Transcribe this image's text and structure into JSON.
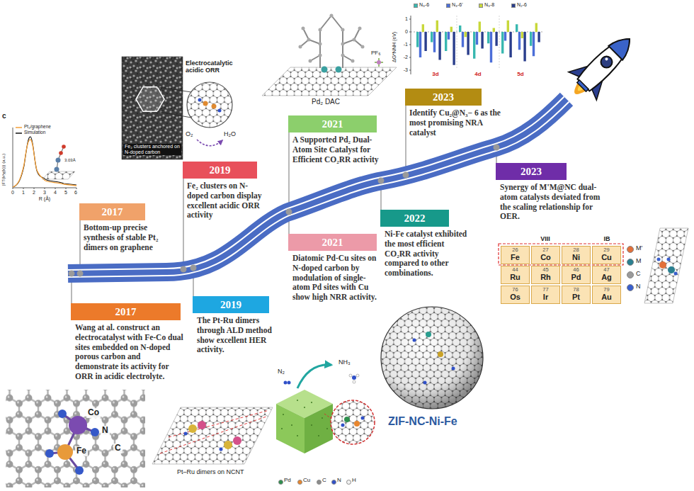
{
  "diagram": {
    "nodes": [
      {
        "text": [
          "2017",
          "Bottom-up precise synthesis of stable Pt₂ dimers on graphene"
        ]
      },
      {
        "text": [
          "2017",
          "Wang at al. construct an electrocatalyst with Fe-Co dual sites embedded on N-doped porous carbon and demonstrate its activity for ORR in acidic electrolyte."
        ]
      },
      {
        "text": [
          "2019",
          "Fe₂ clusters on N-doped carbon display excellent acidic ORR activity"
        ]
      },
      {
        "text": [
          "2019",
          "The Pt-Ru dimers through ALD method show excellent HER activity."
        ]
      },
      {
        "text": [
          "2021",
          "A Supported Pd₂ Dual-Atom Site Catalyst for Efficient CO₂RR activity"
        ]
      },
      {
        "text": [
          "2021",
          "Diatomic Pd-Cu sites on N-doped carbon by modulation of single-atom Pd sites with Cu show high NRR activity."
        ]
      },
      {
        "text": [
          "2022",
          "Ni-Fe catalyst exhibited the most efficient CO₂RR activity compared to other combinations."
        ]
      },
      {
        "text": [
          "2023",
          "Identify Cu₂@N₃− 6 as the most promising NRA catalyst"
        ]
      },
      {
        "text": [
          "2023",
          "Synergy of M'M@NC dual-atom catalysts deviated from the scaling relationship for OER."
        ]
      },
      {
        "text": [
          "26",
          "Fe"
        ]
      },
      {
        "text": [
          "27",
          "Co"
        ]
      },
      {
        "text": [
          "28",
          "Ni"
        ]
      },
      {
        "text": [
          "29",
          "Cu"
        ]
      },
      {
        "text": [
          "44",
          "Ru"
        ]
      },
      {
        "text": [
          "45",
          "Rh"
        ]
      },
      {
        "text": [
          "46",
          "Pd"
        ]
      },
      {
        "text": [
          "47",
          "Ag"
        ]
      },
      {
        "text": [
          "76",
          "Os"
        ]
      },
      {
        "text": [
          "77",
          "Ir"
        ]
      },
      {
        "text": [
          "78",
          "Pt"
        ]
      },
      {
        "text": [
          "79",
          "Au"
        ]
      }
    ],
    "labels": [
      "c",
      "Pt₂/graphene",
      "Simulation",
      "|FT(k³χ(k))| (a.u.)",
      "0",
      "1",
      "2",
      "3",
      "4",
      "5",
      "6",
      "R (Å)",
      "3.03Å",
      "Electrocatalytic acidic ORR",
      "Fe₂ clusters anchored on N-doped carbon",
      "O₂",
      "H₂O",
      "PF₆",
      "Pd₂ DAC",
      "ΔG*NNH (eV)",
      "1",
      "0",
      "-1",
      "-2",
      "-3",
      "3d",
      "4d",
      "5d",
      "Co",
      "C",
      "N",
      "Fe",
      "Pt–Ru dimers on NCNT",
      "N₂",
      "NH₃",
      "ZIF-NC-Ni-Fe",
      "VIII",
      "IB"
    ],
    "legend": [
      {
        "text": "N₃-6",
        "color": "#39b8b0"
      },
      {
        "text": "N₃-6'",
        "color": "#4c6ed8"
      },
      {
        "text": "N₃-8",
        "color": "#c8d83a"
      },
      {
        "text": "N₂-6",
        "color": "#2a3e8c"
      },
      {
        "text": "Pd",
        "color": "#2f8f4e"
      },
      {
        "text": "Cu",
        "color": "#e8862e"
      },
      {
        "text": "C",
        "color": "#8c8c8c"
      },
      {
        "text": "N",
        "color": "#3050c8"
      },
      {
        "text": "H",
        "color": "#f2f2f2"
      },
      {
        "text": "M'",
        "color": "#e2703a"
      },
      {
        "text": "M",
        "color": "#2b8090"
      },
      {
        "text": "C",
        "color": "#9a9a9a"
      },
      {
        "text": "N",
        "color": "#3a5fcd"
      }
    ]
  }
}
